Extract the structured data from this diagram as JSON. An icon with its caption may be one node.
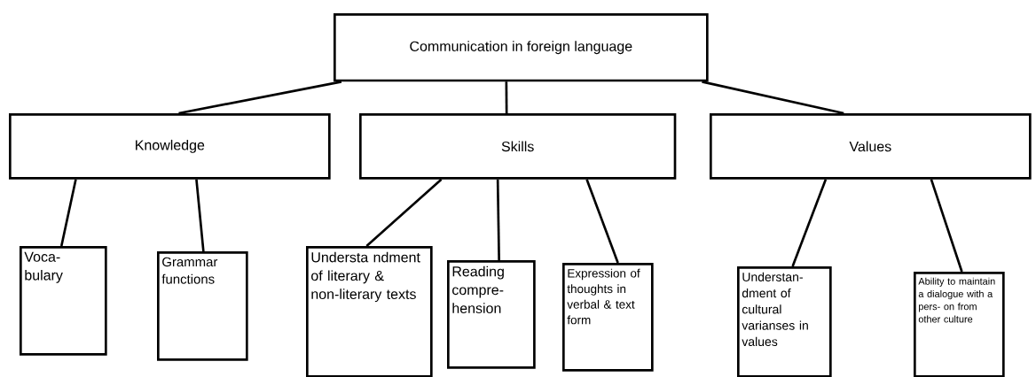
{
  "diagram": {
    "nodes": [
      {
        "text": [
          "Communication in foreign language"
        ]
      },
      {
        "text": [
          "Knowledge"
        ]
      },
      {
        "text": [
          "Skills"
        ]
      },
      {
        "text": [
          "Values"
        ]
      },
      {
        "text": [
          "Voca- bulary"
        ]
      },
      {
        "text": [
          "Grammar functions"
        ]
      },
      {
        "text": [
          "Understa ndment of literary & non-literary texts"
        ]
      },
      {
        "text": [
          "Reading compre- hension"
        ]
      },
      {
        "text": [
          "Expression of thoughts in verbal & text form"
        ]
      },
      {
        "text": [
          "Understan- dment of cultural varianses in values"
        ]
      },
      {
        "text": [
          "Ability to maintain a dialogue with a pers- on from other culture"
        ]
      }
    ],
    "edges": [
      {
        "from": 0,
        "to": 1,
        "arrow": "none"
      },
      {
        "from": 0,
        "to": 2,
        "arrow": "none"
      },
      {
        "from": 0,
        "to": 3,
        "arrow": "none"
      },
      {
        "from": 1,
        "to": 4,
        "arrow": "none"
      },
      {
        "from": 1,
        "to": 5,
        "arrow": "none"
      },
      {
        "from": 2,
        "to": 6,
        "arrow": "none"
      },
      {
        "from": 2,
        "to": 7,
        "arrow": "none"
      },
      {
        "from": 2,
        "to": 8,
        "arrow": "none"
      },
      {
        "from": 3,
        "to": 9,
        "arrow": "none"
      },
      {
        "from": 3,
        "to": 10,
        "arrow": "none"
      }
    ]
  }
}
